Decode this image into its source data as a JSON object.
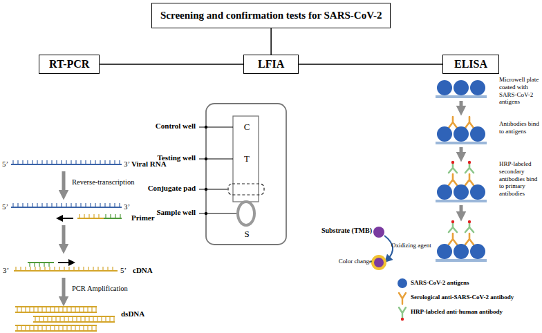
{
  "diagram": {
    "nodes": [
      {
        "text": [
          "Screening and confirmation tests for SARS-CoV-2"
        ]
      },
      {
        "text": [
          "RT-PCR"
        ]
      },
      {
        "text": [
          "LFIA"
        ]
      },
      {
        "text": [
          "ELISA"
        ]
      }
    ],
    "edges": [
      {
        "from": 0,
        "to": 2,
        "arrow": "none"
      },
      {
        "from": 2,
        "to": 1,
        "arrow": "none"
      },
      {
        "from": 2,
        "to": 3,
        "arrow": "none"
      }
    ],
    "labels": [
      "5’",
      "3’",
      "Viral RNA",
      "Reverse-transcription",
      "5’",
      "3’",
      "Primer",
      "cDNA",
      "3’",
      "5’",
      "PCR Amplification",
      "dsDNA",
      "Control well",
      "C",
      "Testing well",
      "T",
      "Conjugate pad",
      "Sample well",
      "S",
      "Microwell plate coated with SARS-CoV-2 antigens",
      "Antibodies bind to antigens",
      "HRP-labeled secondary antibodies bind to primary antibodies",
      "Substrate (TMB)",
      "Oxidizing agent",
      "Color change"
    ],
    "legend": [
      {
        "text": "SARS-CoV-2 antigens"
      },
      {
        "text": "Serological anti-SARS-CoV-2 antibody"
      },
      {
        "text": "HRP-labeled anti-human antibody"
      }
    ]
  }
}
